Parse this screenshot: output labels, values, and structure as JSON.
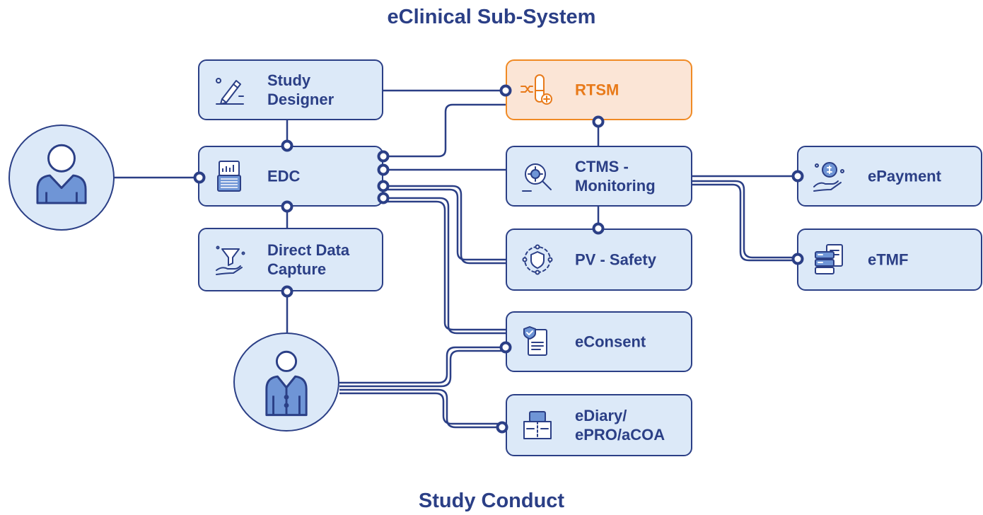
{
  "titles": {
    "top": "eClinical Sub-System",
    "bottom": "Study Conduct"
  },
  "colors": {
    "primary": "#2b3f86",
    "box_fill": "#dce9f8",
    "highlight_fill": "#fbe5d6",
    "highlight_border": "#f08a24",
    "highlight_text": "#e87a1a"
  },
  "nodes": {
    "study_designer": {
      "label": "Study\nDesigner",
      "icon": "pencil-icon"
    },
    "edc": {
      "label": "EDC",
      "icon": "laptop-chart-icon"
    },
    "direct_data_capture": {
      "label": "Direct Data\nCapture",
      "icon": "funnel-hand-icon"
    },
    "rtsm": {
      "label": "RTSM",
      "icon": "test-tube-shuffle-icon"
    },
    "ctms": {
      "label": "CTMS -\nMonitoring",
      "icon": "gear-magnifier-icon"
    },
    "pv_safety": {
      "label": "PV - Safety",
      "icon": "shield-network-icon"
    },
    "econsent": {
      "label": "eConsent",
      "icon": "document-check-icon"
    },
    "ediary": {
      "label": "eDiary/\nePRO/aCOA",
      "icon": "folder-zip-icon"
    },
    "epayment": {
      "label": "ePayment",
      "icon": "coin-hand-icon"
    },
    "etmf": {
      "label": "eTMF",
      "icon": "server-documents-icon"
    }
  },
  "users": {
    "investigator": {
      "icon": "user-icon"
    },
    "patient": {
      "icon": "user-suit-icon"
    }
  }
}
